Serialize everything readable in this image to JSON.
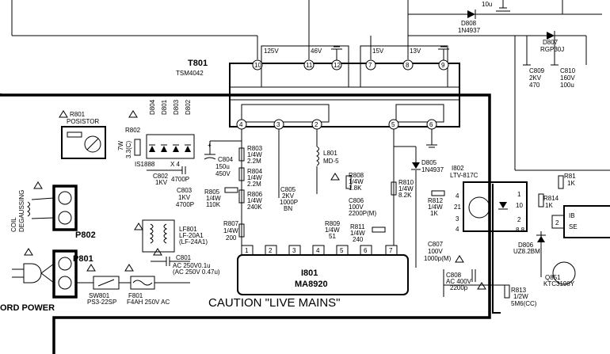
{
  "labels": {
    "c_top": "10u",
    "d808_ref": "D808",
    "d808_val": "1N4937",
    "d807_ref": "D807",
    "d807_val": "RGP30J",
    "c809": [
      "C809",
      "2KV",
      "470"
    ],
    "c810": [
      "C810",
      "160V",
      "100u"
    ],
    "t801_ref": "T801",
    "t801_val": "TSM4042",
    "v125": "125V",
    "v46": "46V",
    "v15": "15V",
    "v13": "13V",
    "pins_top": [
      "10",
      "11",
      "12",
      "7",
      "8",
      "9"
    ],
    "pins_bot": [
      "4",
      "3",
      "2",
      "5",
      "6"
    ],
    "r801": [
      "R801",
      "POSISTOR"
    ],
    "r802": [
      "R802",
      "7W",
      "3.3(C)"
    ],
    "diodes": [
      "D804",
      "D801",
      "D803",
      "D802"
    ],
    "is1888": "IS1888",
    "x4": "X 4",
    "c802": [
      "C802",
      "1KV",
      "4700P"
    ],
    "c803": [
      "C803",
      "1KV",
      "4700P"
    ],
    "c804": [
      "C804",
      "150u",
      "450V"
    ],
    "r803": [
      "R803",
      "1/4W",
      "2.2M"
    ],
    "r804": [
      "R804",
      "1/4W",
      "2.2M"
    ],
    "r805": [
      "R805",
      "1/4W",
      "110K"
    ],
    "r806": [
      "R806",
      "1/4W",
      "240K"
    ],
    "r807": [
      "R807",
      "1/4W",
      "200"
    ],
    "l801": [
      "L801",
      "MD-5"
    ],
    "c805": [
      "C805",
      "2KV",
      "1000P",
      "BN"
    ],
    "r808": [
      "R808",
      "1/4W",
      "1.8K"
    ],
    "c806": [
      "C806",
      "100V",
      "2200P(M)"
    ],
    "r809": [
      "R809",
      "1/4W",
      "51"
    ],
    "r811": [
      "R811",
      "1/4W",
      "240"
    ],
    "d805": [
      "D805",
      "1N4937"
    ],
    "r810": [
      "R810",
      "1/4W",
      "8.2K"
    ],
    "c807": [
      "C807",
      "100V",
      "1000p(M)"
    ],
    "i802": [
      "I802",
      "LTV-817C"
    ],
    "r812": [
      "R812",
      "1/4W",
      "1K"
    ],
    "opto_pins": [
      "4",
      "21",
      "3",
      "4",
      "1",
      "10",
      "2",
      "8.8"
    ],
    "r813": [
      "R813",
      "1/2W",
      "5M6(CC)"
    ],
    "r814": [
      "R814",
      "1K"
    ],
    "r81_partial": [
      "R81",
      "1K"
    ],
    "ib_partial": [
      "IB",
      "SE"
    ],
    "box_pin": "2",
    "d806": [
      "D806",
      "UZ8.2BM"
    ],
    "q851": [
      "Q851",
      "KTC3198Y"
    ],
    "c808": [
      "C808",
      "AC 400V",
      "2200p"
    ],
    "lf801": [
      "LF801",
      "LF-20A1",
      "(LF-24A1)"
    ],
    "c801": [
      "C801",
      "AC 250V0.1u",
      "(AC 250V 0.47u)"
    ],
    "sw801": [
      "SW801",
      "PS3-22SP"
    ],
    "f801": [
      "F801",
      "F4AH 250V AC"
    ],
    "coil_degaussing": [
      "COIL",
      "DEGAUSSING"
    ],
    "p802": "P802",
    "p801": "P801",
    "cord_power": "ORD POWER",
    "ic_pins": [
      "1",
      "2",
      "3",
      "4",
      "5",
      "6",
      "7"
    ],
    "i801_ref": "I801",
    "i801_val": "MA8920",
    "caution": "CAUTION \"LIVE MAINS\""
  }
}
